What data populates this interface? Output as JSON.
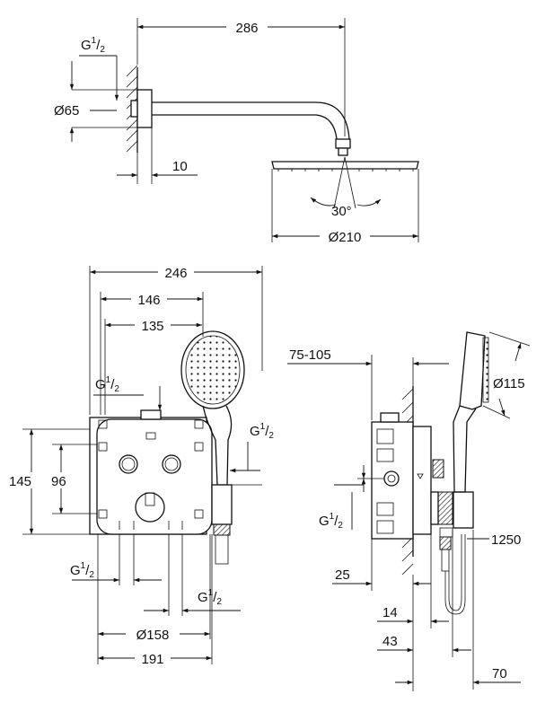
{
  "head_view": {
    "arm_length": "286",
    "thread": {
      "g": "G",
      "num": "1",
      "den": "2"
    },
    "flange_diameter": "Ø65",
    "wall_offset": "10",
    "angle": "30°",
    "head_diameter": "Ø210"
  },
  "front_view": {
    "total_width": "246",
    "hand_shower_center": "146",
    "holder_center": "135",
    "top_thread": {
      "g": "G",
      "num": "1",
      "den": "2"
    },
    "elbow_thread": {
      "g": "G",
      "num": "1",
      "den": "2"
    },
    "box_height": "145",
    "port_spacing": "96",
    "bottom_left_thread": {
      "g": "G",
      "num": "1",
      "den": "2"
    },
    "bottom_right_thread": {
      "g": "G",
      "num": "1",
      "den": "2"
    },
    "plate_diameter": "Ø158",
    "plate_width": "191"
  },
  "side_view": {
    "install_depth": "75-105",
    "hand_shower_diameter": "Ø115",
    "thread": {
      "g": "G",
      "num": "1",
      "den": "2"
    },
    "hose_length": "1250",
    "depth_25": "25",
    "depth_14": "14",
    "depth_43": "43",
    "depth_70": "70"
  }
}
